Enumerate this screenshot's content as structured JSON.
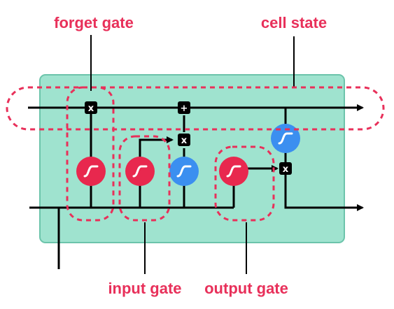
{
  "labels": {
    "forget_gate": "forget gate",
    "cell_state": "cell state",
    "input_gate": "input gate",
    "output_gate": "output gate"
  },
  "operators": {
    "multiply": "x",
    "add": "+"
  },
  "colors": {
    "label": "#e8305a",
    "dashed": "#e8305a",
    "cell_fill": "#9fe3cf",
    "cell_border": "#6cc4ab",
    "sigmoid": "#e8284e",
    "tanh": "#3b8ff0",
    "line": "#000000",
    "operator_box": "#000000"
  },
  "icons": {
    "sigmoid": "sigmoid-curve-icon",
    "tanh": "tanh-curve-icon"
  }
}
